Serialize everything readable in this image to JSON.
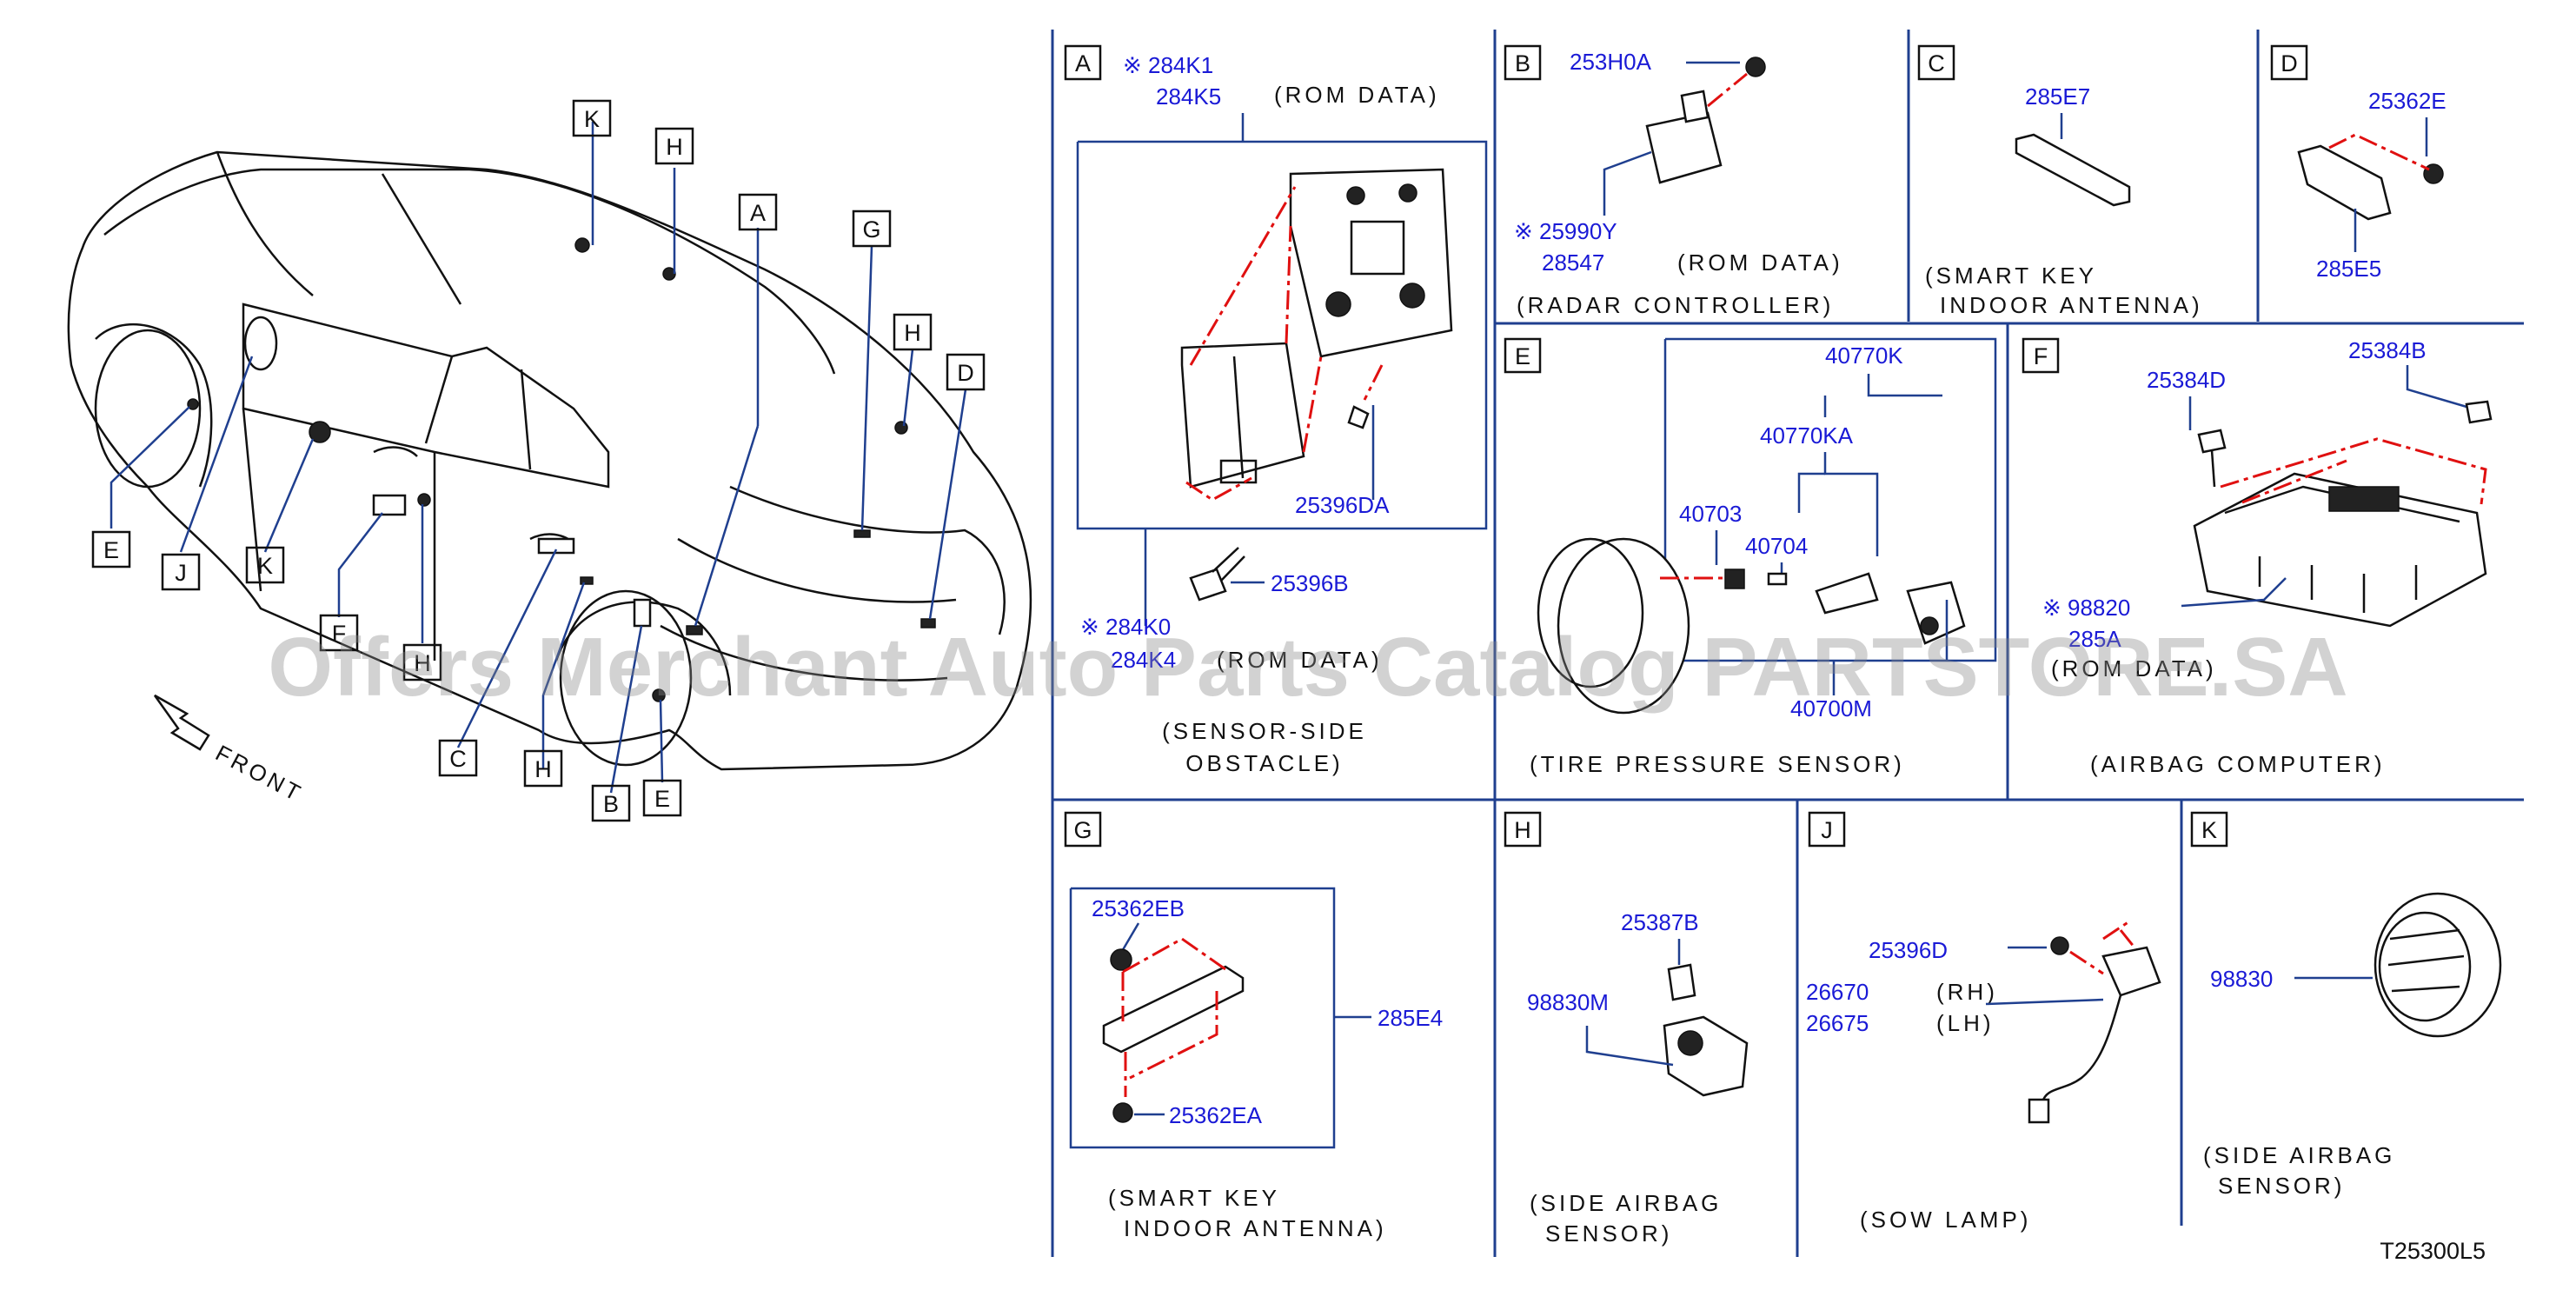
{
  "diagram_code": "T25300L5",
  "watermark": "Offers Merchant Auto Parts Catalog PARTSTORE.SA",
  "overview": {
    "front_label": "FRONT",
    "callouts": [
      "K",
      "H",
      "A",
      "G",
      "H",
      "D",
      "E",
      "J",
      "K",
      "F",
      "H",
      "C",
      "H",
      "B",
      "E"
    ]
  },
  "sections": {
    "A": {
      "letter": "A",
      "parts": [
        "※ 284K1",
        "284K5",
        "25396DA",
        "25396B",
        "※ 284K0",
        "284K4"
      ],
      "notes": [
        "(ROM   DATA)",
        "(ROM   DATA)"
      ],
      "caption": [
        "(SENSOR-SIDE",
        "OBSTACLE)"
      ]
    },
    "B": {
      "letter": "B",
      "parts": [
        "253H0A",
        "※ 25990Y",
        "28547"
      ],
      "notes": [
        "(ROM   DATA)"
      ],
      "caption": [
        "(RADAR   CONTROLLER)"
      ]
    },
    "C": {
      "letter": "C",
      "parts": [
        "285E7"
      ],
      "caption": [
        "(SMART   KEY",
        "INDOOR   ANTENNA)"
      ]
    },
    "D": {
      "letter": "D",
      "parts": [
        "25362E",
        "285E5"
      ]
    },
    "E": {
      "letter": "E",
      "parts": [
        "40770K",
        "40770KA",
        "40703",
        "40704",
        "40700M"
      ],
      "caption": [
        "(TIRE   PRESSURE   SENSOR)"
      ]
    },
    "F": {
      "letter": "F",
      "parts": [
        "25384D",
        "25384B",
        "※ 98820",
        "285A"
      ],
      "notes": [
        "(ROM   DATA)"
      ],
      "caption": [
        "(AIRBAG   COMPUTER)"
      ]
    },
    "G": {
      "letter": "G",
      "parts": [
        "25362EB",
        "285E4",
        "25362EA"
      ],
      "caption": [
        "(SMART   KEY",
        "INDOOR   ANTENNA)"
      ]
    },
    "H": {
      "letter": "H",
      "parts": [
        "25387B",
        "98830M"
      ],
      "caption": [
        "(SIDE   AIRBAG",
        "SENSOR)"
      ]
    },
    "J": {
      "letter": "J",
      "parts": [
        "25396D",
        "26670",
        "26675"
      ],
      "notes": [
        "(RH)",
        "(LH)"
      ],
      "caption": [
        "(SOW   LAMP)"
      ]
    },
    "K": {
      "letter": "K",
      "parts": [
        "98830"
      ],
      "caption": [
        "(SIDE   AIRBAG",
        "SENSOR)"
      ]
    }
  }
}
